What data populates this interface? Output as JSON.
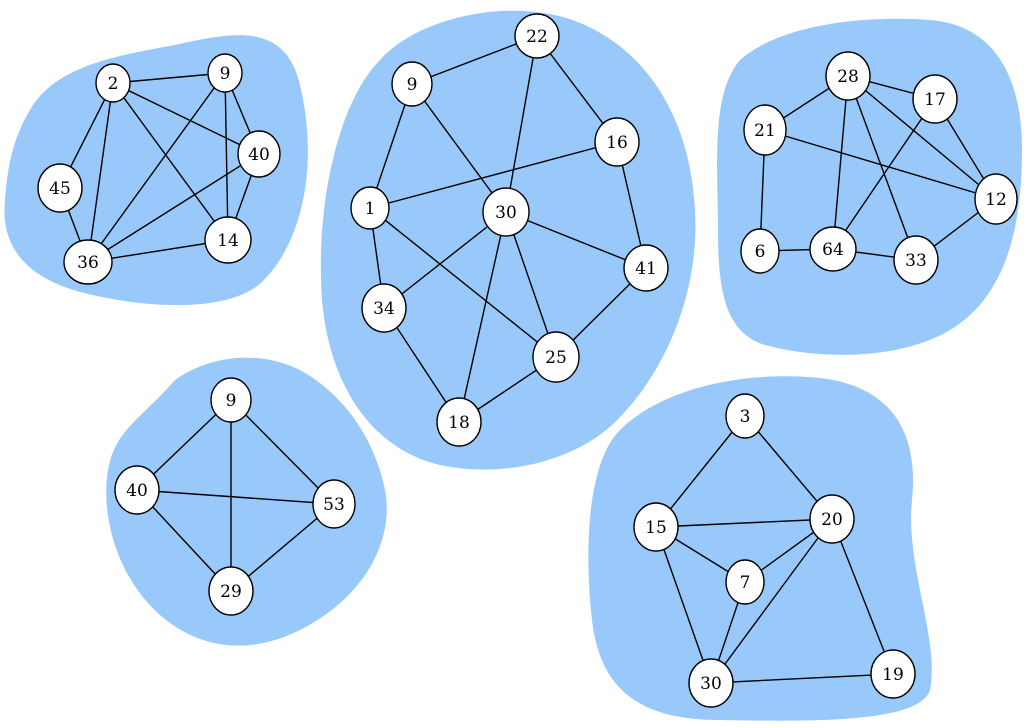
{
  "diagram": {
    "colors": {
      "cluster_fill": "#99c9fb",
      "node_fill": "#ffffff",
      "stroke": "#000000",
      "background": "#ffffff"
    },
    "clusters": [
      {
        "id": "top-left",
        "nodes": [
          {
            "id": "n2",
            "label": "2"
          },
          {
            "id": "n9",
            "label": "9"
          },
          {
            "id": "n40",
            "label": "40"
          },
          {
            "id": "n45",
            "label": "45"
          },
          {
            "id": "n36",
            "label": "36"
          },
          {
            "id": "n14",
            "label": "14"
          }
        ],
        "edges": [
          [
            "n2",
            "n9"
          ],
          [
            "n2",
            "n45"
          ],
          [
            "n2",
            "n36"
          ],
          [
            "n2",
            "n40"
          ],
          [
            "n2",
            "n14"
          ],
          [
            "n9",
            "n40"
          ],
          [
            "n9",
            "n36"
          ],
          [
            "n9",
            "n14"
          ],
          [
            "n40",
            "n36"
          ],
          [
            "n40",
            "n14"
          ],
          [
            "n45",
            "n36"
          ],
          [
            "n36",
            "n14"
          ]
        ]
      },
      {
        "id": "center",
        "nodes": [
          {
            "id": "n22",
            "label": "22"
          },
          {
            "id": "n9",
            "label": "9"
          },
          {
            "id": "n16",
            "label": "16"
          },
          {
            "id": "n1",
            "label": "1"
          },
          {
            "id": "n30",
            "label": "30"
          },
          {
            "id": "n41",
            "label": "41"
          },
          {
            "id": "n34",
            "label": "34"
          },
          {
            "id": "n25",
            "label": "25"
          },
          {
            "id": "n18",
            "label": "18"
          }
        ],
        "edges": [
          [
            "n9",
            "n22"
          ],
          [
            "n22",
            "n16"
          ],
          [
            "n22",
            "n30"
          ],
          [
            "n9",
            "n1"
          ],
          [
            "n9",
            "n30"
          ],
          [
            "n1",
            "n16"
          ],
          [
            "n1",
            "n34"
          ],
          [
            "n1",
            "n25"
          ],
          [
            "n16",
            "n41"
          ],
          [
            "n30",
            "n34"
          ],
          [
            "n30",
            "n41"
          ],
          [
            "n30",
            "n25"
          ],
          [
            "n30",
            "n18"
          ],
          [
            "n34",
            "n18"
          ],
          [
            "n18",
            "n25"
          ],
          [
            "n25",
            "n41"
          ]
        ]
      },
      {
        "id": "top-right",
        "nodes": [
          {
            "id": "n28",
            "label": "28"
          },
          {
            "id": "n17",
            "label": "17"
          },
          {
            "id": "n21",
            "label": "21"
          },
          {
            "id": "n12",
            "label": "12"
          },
          {
            "id": "n6",
            "label": "6"
          },
          {
            "id": "n64",
            "label": "64"
          },
          {
            "id": "n33",
            "label": "33"
          }
        ],
        "edges": [
          [
            "n28",
            "n21"
          ],
          [
            "n28",
            "n17"
          ],
          [
            "n28",
            "n12"
          ],
          [
            "n28",
            "n64"
          ],
          [
            "n28",
            "n33"
          ],
          [
            "n17",
            "n12"
          ],
          [
            "n17",
            "n64"
          ],
          [
            "n21",
            "n12"
          ],
          [
            "n21",
            "n6"
          ],
          [
            "n6",
            "n64"
          ],
          [
            "n64",
            "n33"
          ],
          [
            "n33",
            "n12"
          ]
        ]
      },
      {
        "id": "bottom-left",
        "nodes": [
          {
            "id": "n9",
            "label": "9"
          },
          {
            "id": "n40",
            "label": "40"
          },
          {
            "id": "n53",
            "label": "53"
          },
          {
            "id": "n29",
            "label": "29"
          }
        ],
        "edges": [
          [
            "n9",
            "n40"
          ],
          [
            "n9",
            "n53"
          ],
          [
            "n9",
            "n29"
          ],
          [
            "n40",
            "n53"
          ],
          [
            "n40",
            "n29"
          ],
          [
            "n53",
            "n29"
          ]
        ]
      },
      {
        "id": "bottom-right",
        "nodes": [
          {
            "id": "n3",
            "label": "3"
          },
          {
            "id": "n15",
            "label": "15"
          },
          {
            "id": "n20",
            "label": "20"
          },
          {
            "id": "n7",
            "label": "7"
          },
          {
            "id": "n30",
            "label": "30"
          },
          {
            "id": "n19",
            "label": "19"
          }
        ],
        "edges": [
          [
            "n3",
            "n15"
          ],
          [
            "n3",
            "n20"
          ],
          [
            "n15",
            "n20"
          ],
          [
            "n15",
            "n7"
          ],
          [
            "n15",
            "n30"
          ],
          [
            "n20",
            "n7"
          ],
          [
            "n20",
            "n30"
          ],
          [
            "n20",
            "n19"
          ],
          [
            "n7",
            "n30"
          ],
          [
            "n30",
            "n19"
          ]
        ]
      }
    ]
  }
}
